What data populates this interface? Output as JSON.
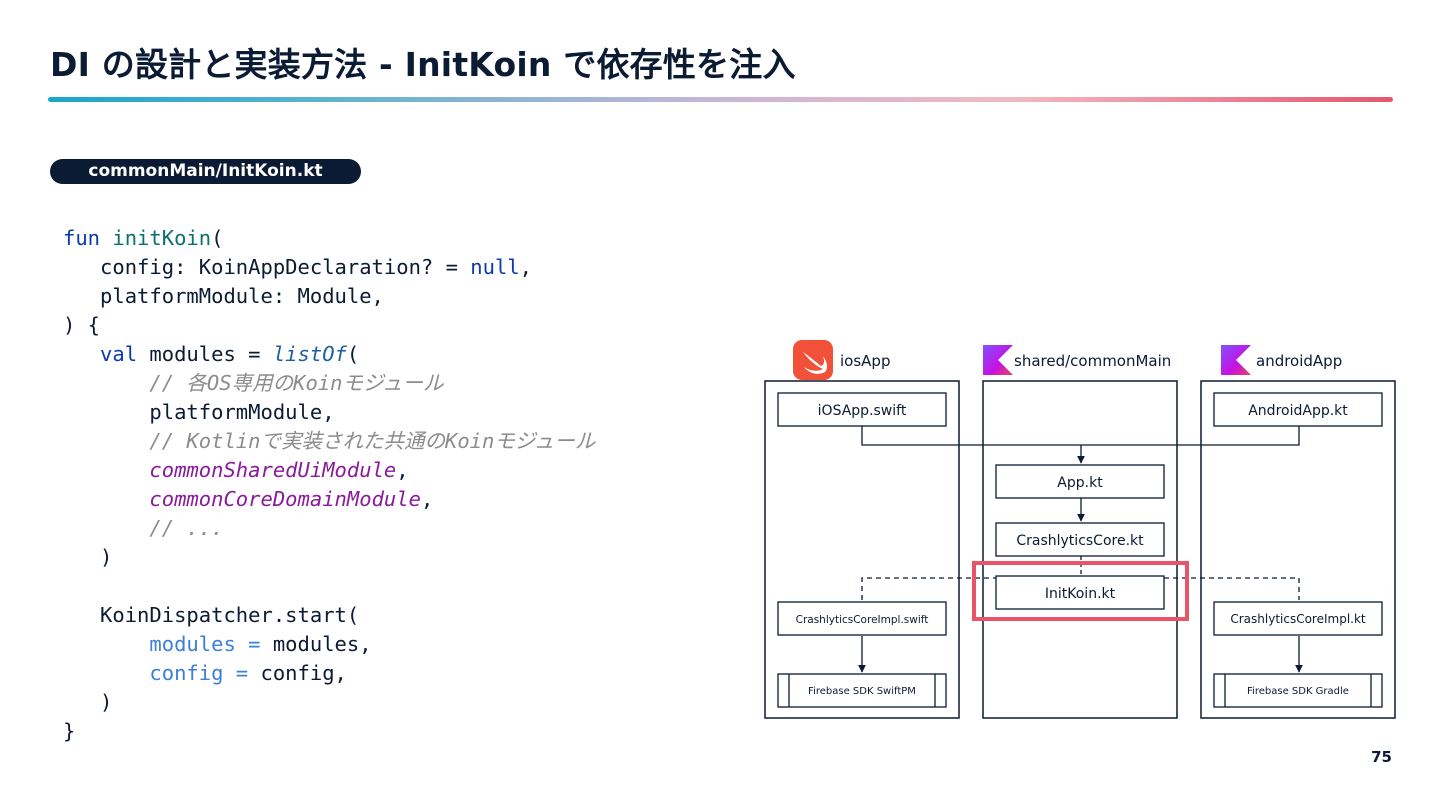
{
  "slide": {
    "title": "DI の設計と実装方法 - InitKoin で依存性を注入",
    "page_number": "75"
  },
  "file_label": "commonMain/InitKoin.kt",
  "code": {
    "l1_kw": "fun",
    "l1_fn": "initKoin",
    "l1_rest": "(",
    "l2_text": "config: KoinAppDeclaration? = ",
    "l2_kw": "null",
    "l2_end": ",",
    "l3": "platformModule: Module,",
    "l4": ") {",
    "l5_kw": "val",
    "l5_mid": " modules = ",
    "l5_fn": "listOf",
    "l5_end": "(",
    "l6": "// 各OS専用のKoinモジュール",
    "l7": "platformModule,",
    "l8": "// Kotlinで実装された共通のKoinモジュール",
    "l9_mod": "commonSharedUiModule",
    "l9_end": ",",
    "l10_mod": "commonCoreDomainModule",
    "l10_end": ",",
    "l11": "// ...",
    "l12": ")",
    "l14": "KoinDispatcher.start(",
    "l15_arg": "modules =",
    "l15_val": " modules,",
    "l16_arg": "config =",
    "l16_val": " config,",
    "l17": ")",
    "l18": "}"
  },
  "diagram": {
    "columns": {
      "ios": "iosApp",
      "shared": "shared/commonMain",
      "android": "androidApp"
    },
    "boxes": {
      "ios_app": "iOSApp.swift",
      "android_app": "AndroidApp.kt",
      "app_kt": "App.kt",
      "crashlytics_core": "CrashlyticsCore.kt",
      "init_koin": "InitKoin.kt",
      "ios_impl": "CrashlyticsCoreImpl.swift",
      "android_impl": "CrashlyticsCoreImpl.kt",
      "ios_sdk": "Firebase SDK SwiftPM",
      "android_sdk": "Firebase SDK Gradle"
    },
    "highlight_color": "#e85468",
    "swift_color": "#f05138",
    "kotlin_colors": [
      "#7f52ff",
      "#e44857"
    ]
  }
}
